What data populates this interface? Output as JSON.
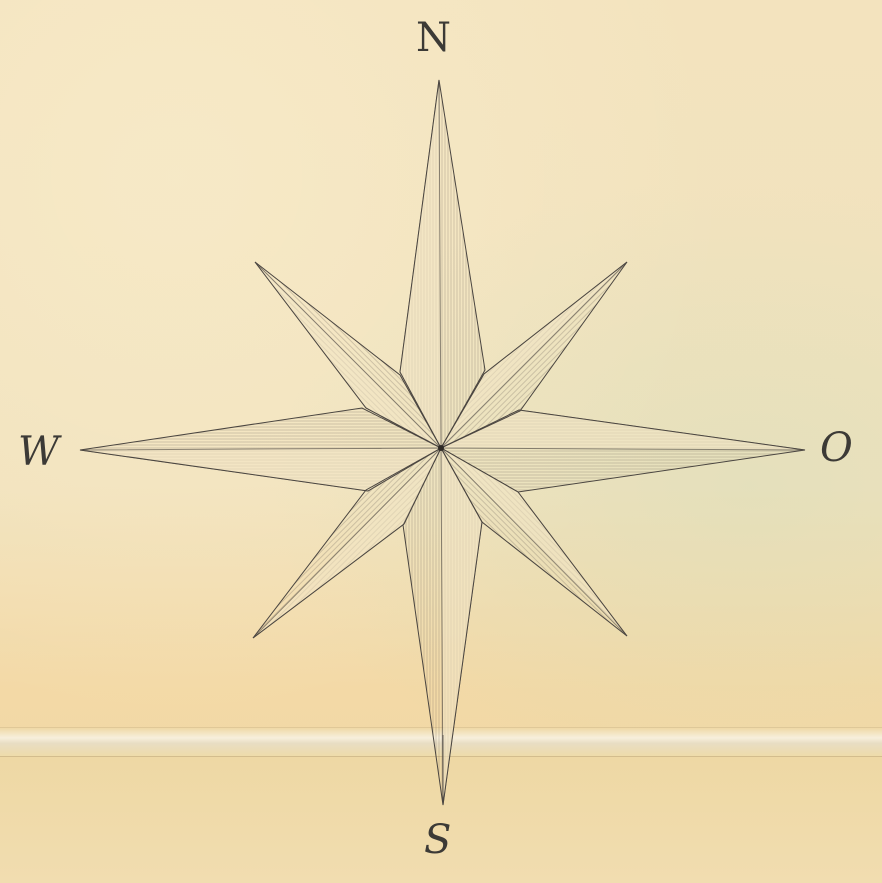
{
  "compass": {
    "north_label": "N",
    "west_label": "W",
    "east_label": "O",
    "south_label": "S"
  },
  "colors": {
    "paper": "#f2e2bc",
    "ink": "#3c3a36",
    "fold": "#f6eedb"
  }
}
